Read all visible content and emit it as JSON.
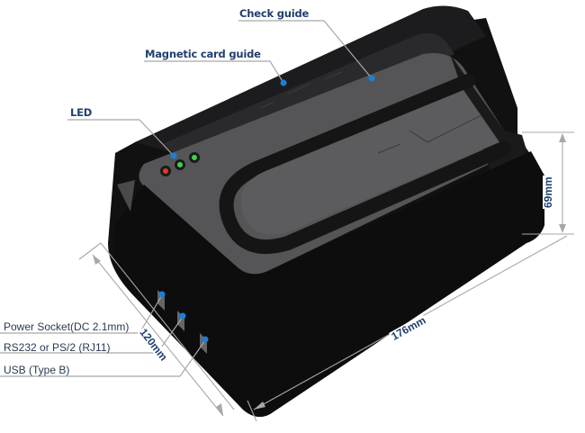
{
  "callouts": {
    "check_guide": "Check guide",
    "magnetic_card_guide": "Magnetic card guide",
    "led": "LED"
  },
  "ports": [
    {
      "label": "Power Socket(DC 2.1mm)"
    },
    {
      "label": "RS232 or PS/2 (RJ11)"
    },
    {
      "label": "USB (Type B)"
    }
  ],
  "dimensions": {
    "height": "69mm",
    "depth": "120mm",
    "length": "176mm"
  },
  "leds": [
    {
      "color": "#e03a2a",
      "state": "red"
    },
    {
      "color": "#3fd04a",
      "state": "green"
    },
    {
      "color": "#3fd04a",
      "state": "green"
    }
  ],
  "colors": {
    "callout_dot": "#1a7fd6",
    "label_text": "#1f3f6e",
    "leader_line": "#a8a8a8",
    "device_body": "#111111",
    "device_top": "#555557"
  }
}
